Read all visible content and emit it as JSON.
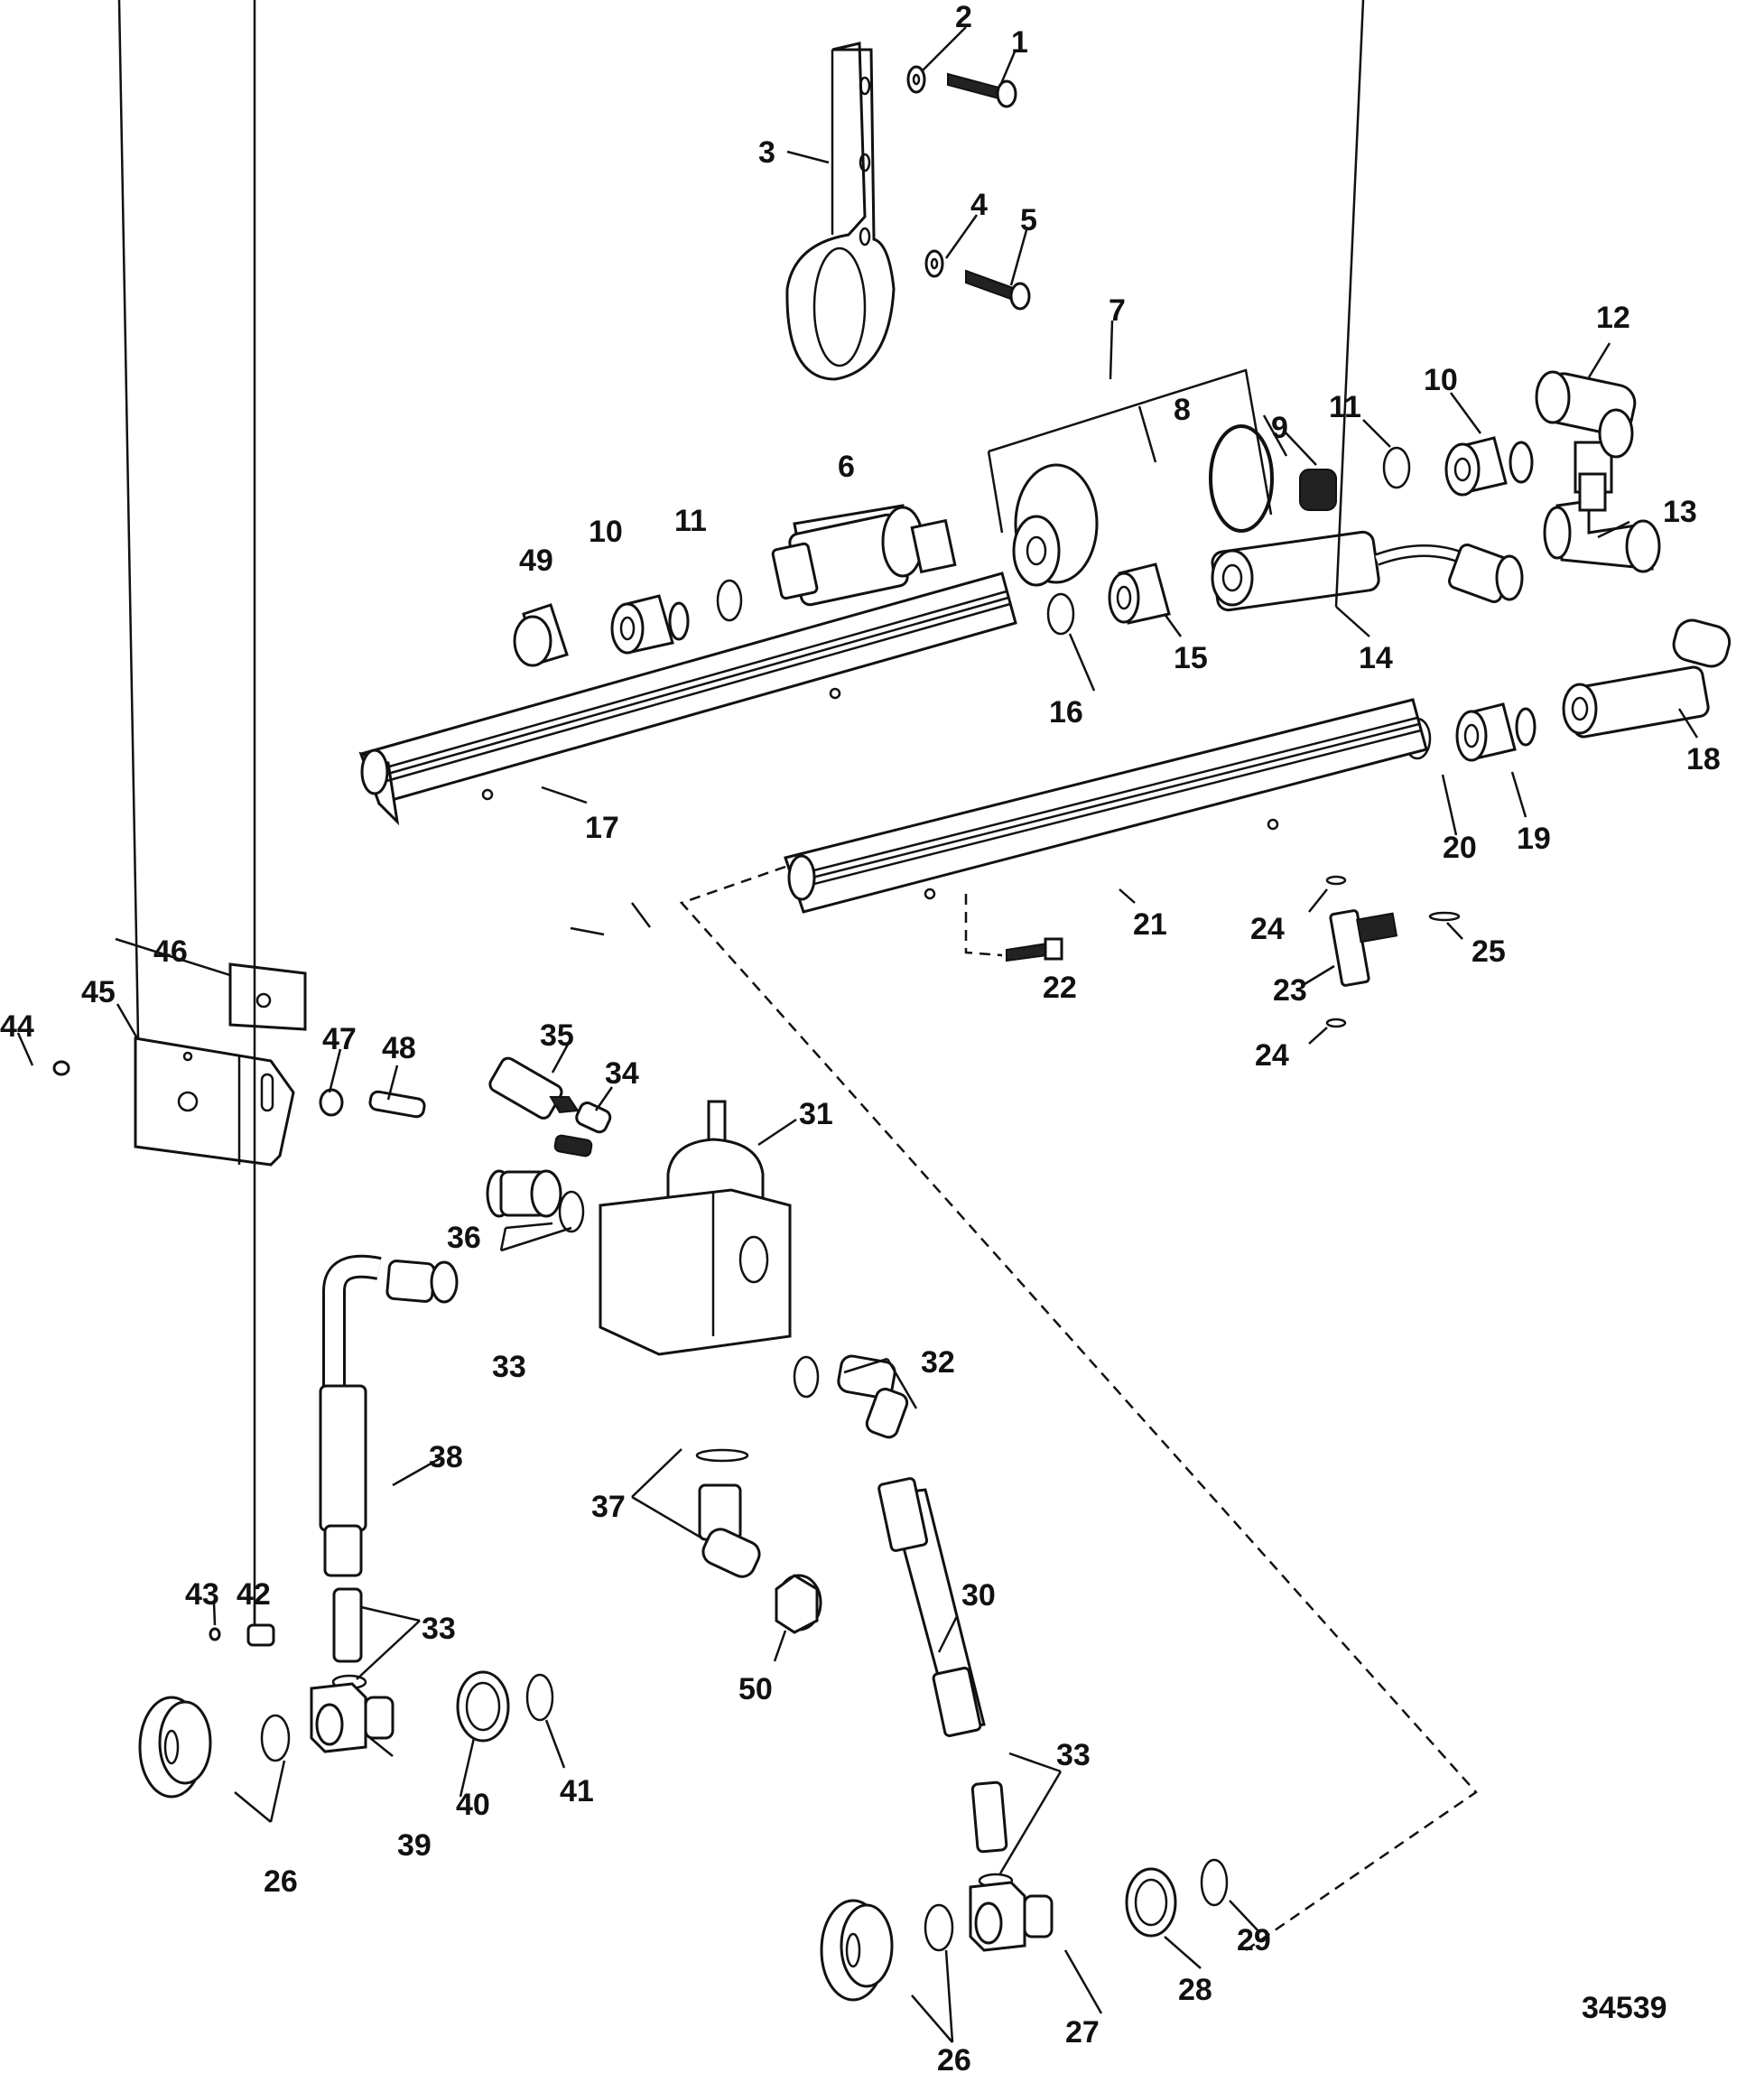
{
  "diagram": {
    "title": "Fuel rail and pressure regulator exploded parts diagram",
    "figure_id": "34539",
    "callouts": [
      {
        "id": "1"
      },
      {
        "id": "2"
      },
      {
        "id": "3"
      },
      {
        "id": "4"
      },
      {
        "id": "5"
      },
      {
        "id": "6"
      },
      {
        "id": "7"
      },
      {
        "id": "8"
      },
      {
        "id": "9"
      },
      {
        "id": "10a",
        "text": "10"
      },
      {
        "id": "10b",
        "text": "10"
      },
      {
        "id": "11a",
        "text": "11"
      },
      {
        "id": "11b",
        "text": "11"
      },
      {
        "id": "12"
      },
      {
        "id": "13"
      },
      {
        "id": "14"
      },
      {
        "id": "15"
      },
      {
        "id": "16"
      },
      {
        "id": "17"
      },
      {
        "id": "18"
      },
      {
        "id": "19"
      },
      {
        "id": "20"
      },
      {
        "id": "21"
      },
      {
        "id": "22"
      },
      {
        "id": "23"
      },
      {
        "id": "24a",
        "text": "24"
      },
      {
        "id": "24b",
        "text": "24"
      },
      {
        "id": "25"
      },
      {
        "id": "26a",
        "text": "26"
      },
      {
        "id": "26b",
        "text": "26"
      },
      {
        "id": "27"
      },
      {
        "id": "28"
      },
      {
        "id": "29"
      },
      {
        "id": "30"
      },
      {
        "id": "31"
      },
      {
        "id": "32"
      },
      {
        "id": "33a",
        "text": "33"
      },
      {
        "id": "33b",
        "text": "33"
      },
      {
        "id": "33c",
        "text": "33"
      },
      {
        "id": "34"
      },
      {
        "id": "35"
      },
      {
        "id": "36"
      },
      {
        "id": "37"
      },
      {
        "id": "38"
      },
      {
        "id": "39"
      },
      {
        "id": "40"
      },
      {
        "id": "41"
      },
      {
        "id": "42"
      },
      {
        "id": "43"
      },
      {
        "id": "44"
      },
      {
        "id": "45"
      },
      {
        "id": "46"
      },
      {
        "id": "47"
      },
      {
        "id": "48"
      },
      {
        "id": "49"
      },
      {
        "id": "50"
      }
    ],
    "labels": {
      "c1": "1",
      "c2": "2",
      "c3": "3",
      "c4": "4",
      "c5": "5",
      "c6": "6",
      "c7": "7",
      "c8": "8",
      "c9": "9",
      "c10a": "10",
      "c10b": "10",
      "c11a": "11",
      "c11b": "11",
      "c12": "12",
      "c13": "13",
      "c14": "14",
      "c15": "15",
      "c16": "16",
      "c17": "17",
      "c18": "18",
      "c19": "19",
      "c20": "20",
      "c21": "21",
      "c22": "22",
      "c23": "23",
      "c24a": "24",
      "c24b": "24",
      "c25": "25",
      "c26a": "26",
      "c26b": "26",
      "c27": "27",
      "c28": "28",
      "c29": "29",
      "c30": "30",
      "c31": "31",
      "c32": "32",
      "c33a": "33",
      "c33b": "33",
      "c33c": "33",
      "c34": "34",
      "c35": "35",
      "c36": "36",
      "c37": "37",
      "c38": "38",
      "c39": "39",
      "c40": "40",
      "c41": "41",
      "c42": "42",
      "c43": "43",
      "c44": "44",
      "c45": "45",
      "c46": "46",
      "c47": "47",
      "c48": "48",
      "c49": "49",
      "c50": "50"
    }
  }
}
